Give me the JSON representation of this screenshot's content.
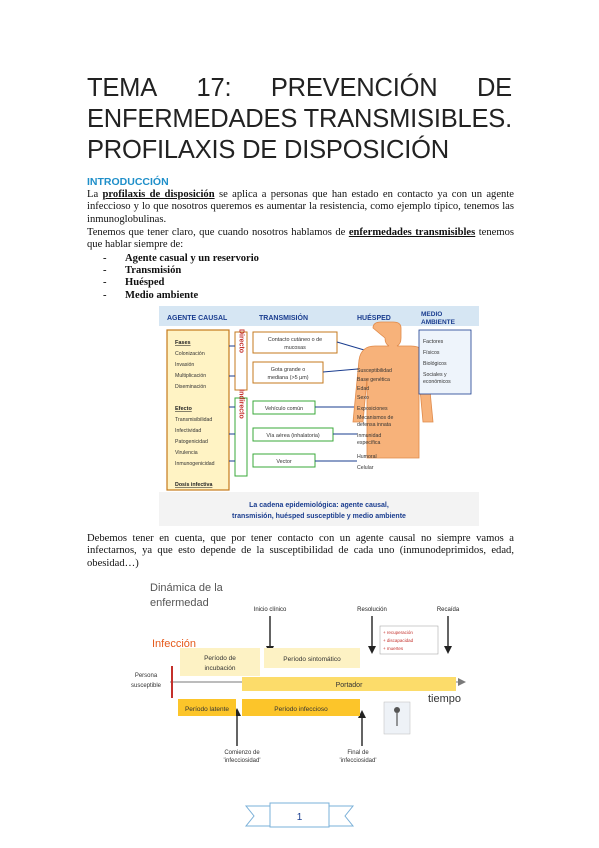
{
  "title": {
    "line1": [
      "TEMA",
      "17:",
      "PREVENCIÓN",
      "DE"
    ],
    "line2": [
      "ENFERMEDADES",
      "TRANSMISIBLES."
    ],
    "line3": "PROFILAXIS DE DISPOSICIÓN"
  },
  "section": "INTRODUCCIÓN",
  "p1": {
    "a": "La ",
    "b": "profilaxis de disposición",
    "c": " se aplica a personas que han estado en contacto ya con un agente infeccioso y lo que nosotros queremos es aumentar la resistencia, como ejemplo típico, tenemos las inmunoglobulinas."
  },
  "p2": {
    "a": "Tenemos que tener claro, que cuando nosotros hablamos de ",
    "b": "enfermedades transmisibles",
    "c": " tenemos que hablar siempre de:"
  },
  "bullets": [
    "Agente casual y un reservorio",
    "Transmisión",
    "Huésped",
    "Medio ambiente"
  ],
  "fig1": {
    "h_agent": "AGENTE CAUSAL",
    "h_trans": "TRANSMISIÓN",
    "h_host": "HUÉSPED",
    "h_env1": "MEDIO",
    "h_env2": "AMBIENTE",
    "fases": "Fases",
    "fases_items": [
      "Colonización",
      "Invasión",
      "Multiplicación",
      "Diseminación"
    ],
    "efecto": "Efecto",
    "efecto_items": [
      "Transmisibilidad",
      "Infectividad",
      "Patogenicidad",
      "Virulencia",
      "Inmunogenicidad"
    ],
    "dosis": "Dosis infectiva",
    "directo": "Directo",
    "indirecto": "Indirecto",
    "t1a": "Contacto cutáneo o de",
    "t1b": "mucosas",
    "t2a": "Gota grande o",
    "t2b": "mediana (>5 µm)",
    "t3": "Vehículo común",
    "t4": "Vía aérea (inhalatoria)",
    "t5": "Vector",
    "host_items": [
      "Susceptibilidad",
      "Base genética",
      "Edad",
      "Sexo",
      "Exposiciones",
      "Mecanismos de",
      "defensa innata",
      "Inmunidad",
      "específica",
      "Humoral",
      "Celular"
    ],
    "env_items": [
      "Factores",
      "Físicos",
      "Biológicos",
      "Sociales y",
      "económicos"
    ],
    "caption1": "La cadena epidemiológica: agente causal,",
    "caption2": "transmisión, huésped susceptible y medio ambiente"
  },
  "p3": "Debemos tener en cuenta, que por tener contacto con un agente causal no siempre vamos a infectarnos, ya que esto depende de la susceptibilidad de cada uno (inmunodeprimidos, edad, obesidad…)",
  "fig2": {
    "title1": "Dinámica de la",
    "title2": "enfermedad",
    "inicio": "Inicio clínico",
    "resolucion": "Resolución",
    "recaida": "Recaída",
    "infeccion": "Infección",
    "outcomes": [
      "+ recuperación",
      "+ discapacidad",
      "+ muertes"
    ],
    "incub1": "Período de",
    "incub2": "incubación",
    "sintom": "Período sintomático",
    "persona1": "Persona",
    "persona2": "susceptible",
    "portador": "Portador",
    "tiempo": "tiempo",
    "latente": "Período latente",
    "infeccioso": "Período infeccioso",
    "comienzo1": "Comienzo de",
    "comienzo2": "'infecciosidad'",
    "final1": "Final de",
    "final2": "'infecciosidad'"
  },
  "page_number": "1"
}
